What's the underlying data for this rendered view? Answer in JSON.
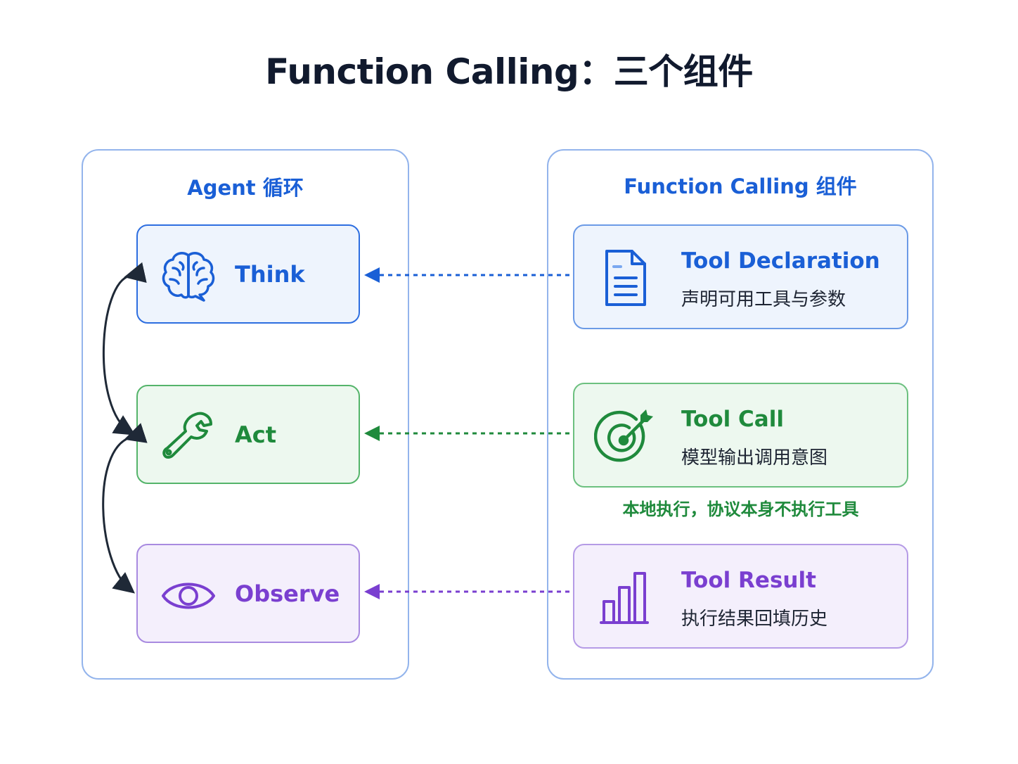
{
  "title": "Function Calling：三个组件",
  "agent_loop": {
    "title": "Agent 循环",
    "steps": [
      {
        "label": "Think",
        "icon": "brain-icon",
        "color": "#1a5fd6"
      },
      {
        "label": "Act",
        "icon": "wrench-icon",
        "color": "#1f8a3c"
      },
      {
        "label": "Observe",
        "icon": "eye-icon",
        "color": "#7a3fd0"
      }
    ]
  },
  "function_calling": {
    "title": "Function Calling 组件",
    "components": [
      {
        "title": "Tool Declaration",
        "description": "声明可用工具与参数",
        "icon": "document-icon",
        "color": "#1a5fd6"
      },
      {
        "title": "Tool Call",
        "description": "模型输出调用意图",
        "icon": "target-icon",
        "color": "#1f8a3c"
      },
      {
        "title": "Tool Result",
        "description": "执行结果回填历史",
        "icon": "bar-chart-icon",
        "color": "#7a3fd0"
      }
    ],
    "note": "本地执行，协议本身不执行工具"
  }
}
